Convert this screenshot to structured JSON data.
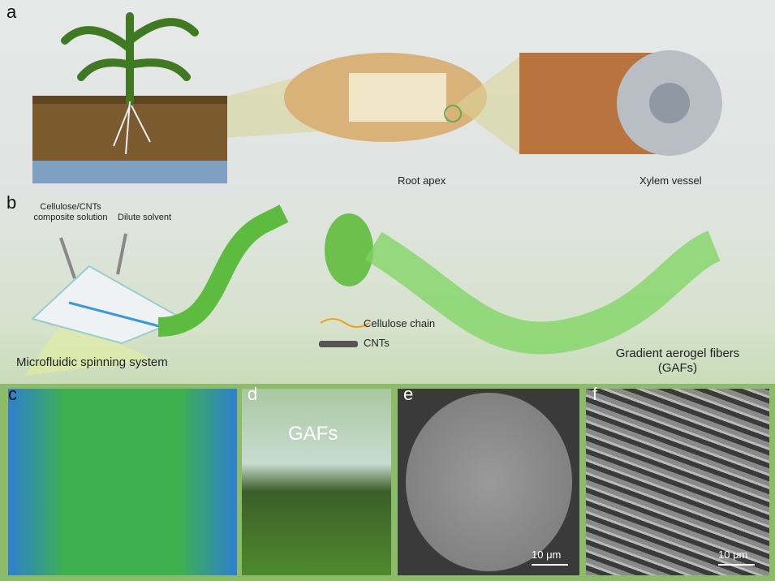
{
  "panels": {
    "a": {
      "label": "a",
      "root_apex": "Root apex",
      "xylem_vessel": "Xylem vessel"
    },
    "b": {
      "label": "b",
      "composite_solution": "Cellulose/CNTs composite solution",
      "dilute_solvent": "Dilute solvent",
      "system": "Microfluidic spinning system",
      "legend_cellulose": "Cellulose chain",
      "legend_cnts": "CNTs",
      "gafs": "Gradient aerogel fibers",
      "gafs_abbr": "(GAFs)"
    },
    "c": {
      "label": "c"
    },
    "d": {
      "label": "d",
      "text": "GAFs"
    },
    "e": {
      "label": "e",
      "scale": "10 μm"
    },
    "f": {
      "label": "f",
      "scale": "10 μm"
    }
  },
  "colors": {
    "fiber_green": "#5dbb3f",
    "panel_frame": "#8cbb6a",
    "soil": "#7a5a2e",
    "wood": "#b8733e"
  }
}
